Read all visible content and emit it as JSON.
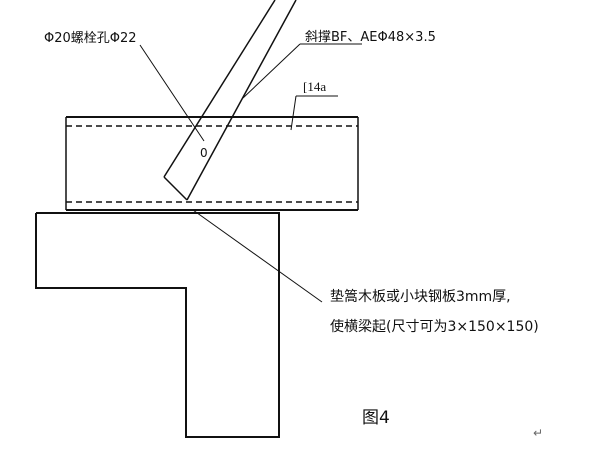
{
  "labels": {
    "bolt_hole": "Φ20螺栓孔Φ22",
    "brace": "斜撑BF、AEΦ48×3.5",
    "channel": "[14a",
    "hole_mark": "0",
    "pad_line1": "垫篙木板或小块钢板3mm厚,",
    "pad_line2": "使横梁起(尺寸可为3×150×150)",
    "figure": "图4",
    "paragraph_mark": "↵"
  },
  "colors": {
    "line": "#111111",
    "background": "#ffffff"
  }
}
